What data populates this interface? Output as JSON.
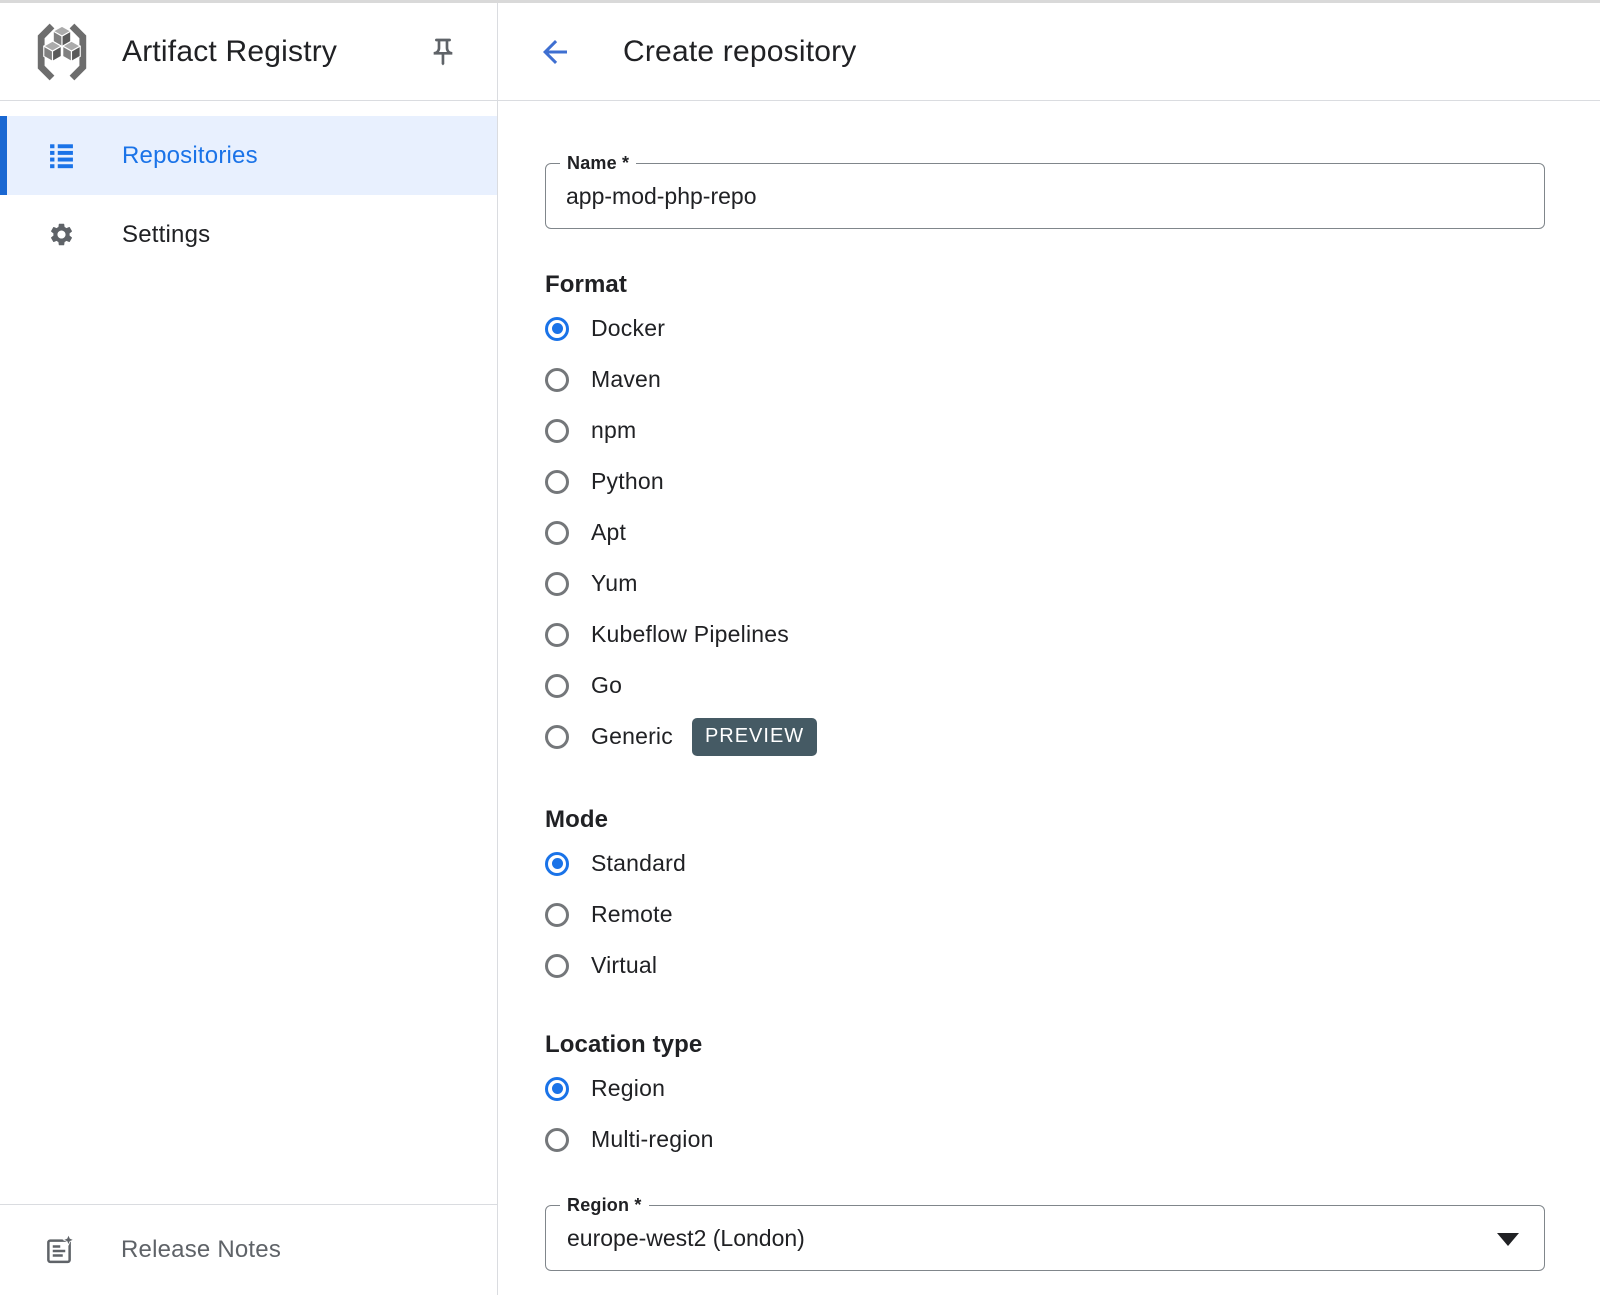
{
  "colors": {
    "accent": "#1a73e8",
    "selected_item_bg": "#e8f0fe",
    "selected_item_bar": "#1967d2",
    "preview_badge_bg": "#455a64",
    "divider": "#dadce0",
    "field_border": "#80868b",
    "text_primary": "#202124",
    "text_secondary": "#5f6368"
  },
  "icons": {
    "logo": "artifact-registry-logo-icon",
    "pin": "pushpin-icon",
    "repositories": "list-icon",
    "settings": "gear-icon",
    "release_notes": "release-notes-icon",
    "back": "arrow-back-icon",
    "dropdown": "dropdown-arrow-icon"
  },
  "sidebar": {
    "title": "Artifact Registry",
    "items": [
      {
        "label": "Repositories",
        "selected": true
      },
      {
        "label": "Settings",
        "selected": false
      }
    ],
    "footer_item": {
      "label": "Release Notes"
    }
  },
  "header": {
    "title": "Create repository"
  },
  "form": {
    "name_field": {
      "label": "Name *",
      "value": "app-mod-php-repo"
    },
    "format_group": {
      "label": "Format",
      "selected": "Docker",
      "options": [
        {
          "label": "Docker",
          "selected": true
        },
        {
          "label": "Maven",
          "selected": false
        },
        {
          "label": "npm",
          "selected": false
        },
        {
          "label": "Python",
          "selected": false
        },
        {
          "label": "Apt",
          "selected": false
        },
        {
          "label": "Yum",
          "selected": false
        },
        {
          "label": "Kubeflow Pipelines",
          "selected": false
        },
        {
          "label": "Go",
          "selected": false
        },
        {
          "label": "Generic",
          "selected": false,
          "badge": "PREVIEW"
        }
      ]
    },
    "mode_group": {
      "label": "Mode",
      "selected": "Standard",
      "options": [
        {
          "label": "Standard",
          "selected": true
        },
        {
          "label": "Remote",
          "selected": false
        },
        {
          "label": "Virtual",
          "selected": false
        }
      ]
    },
    "location_group": {
      "label": "Location type",
      "selected": "Region",
      "options": [
        {
          "label": "Region",
          "selected": true
        },
        {
          "label": "Multi-region",
          "selected": false
        }
      ]
    },
    "region_field": {
      "label": "Region *",
      "value": "europe-west2 (London)"
    }
  }
}
